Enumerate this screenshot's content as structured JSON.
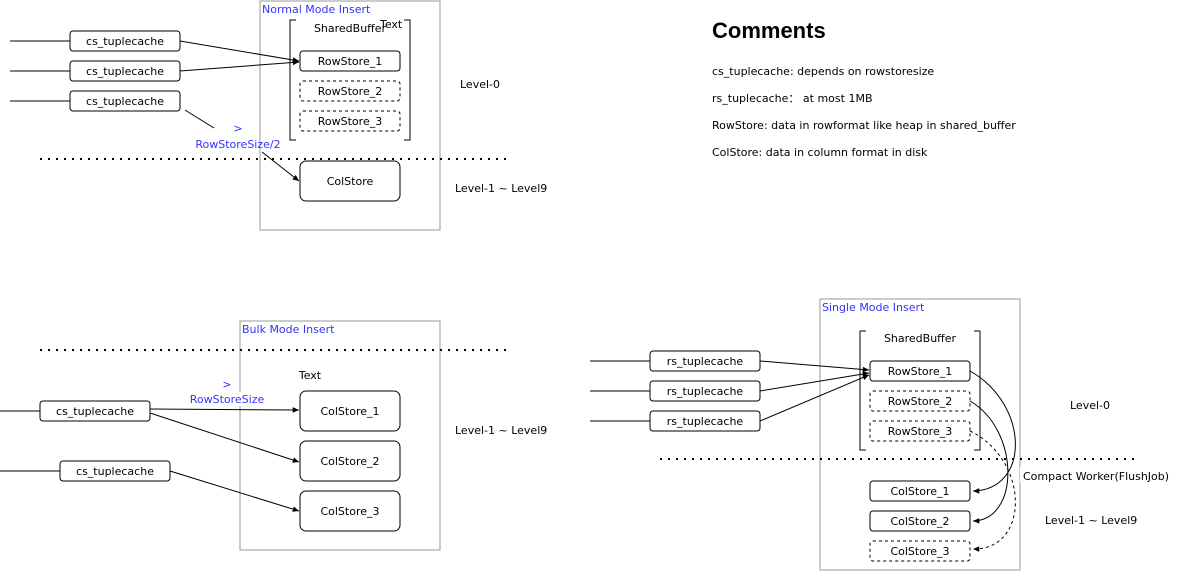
{
  "colors": {
    "accent": "#3333ff",
    "stroke": "#000000",
    "frame": "#999999"
  },
  "normal": {
    "title": "Normal Mode Insert",
    "shared_buffer": "SharedBuffer",
    "text_label": "Text",
    "caches": [
      "cs_tuplecache",
      "cs_tuplecache",
      "cs_tuplecache"
    ],
    "rowstores": [
      "RowStore_1",
      "RowStore_2",
      "RowStore_3"
    ],
    "colstore": "ColStore",
    "cond_gt": ">",
    "cond_size": "RowStoreSize/2",
    "level0": "Level-0",
    "level19": "Level-1 ~ Level9"
  },
  "comments": {
    "title": "Comments",
    "lines": [
      "cs_tuplecache: depends on rowstoresize",
      "rs_tuplecache： at most 1MB",
      "RowStore: data in rowformat like heap in shared_buffer",
      "ColStore: data in column format in disk"
    ]
  },
  "bulk": {
    "title": "Bulk Mode Insert",
    "text_label": "Text",
    "caches": [
      "cs_tuplecache",
      "cs_tuplecache"
    ],
    "colstores": [
      "ColStore_1",
      "ColStore_2",
      "ColStore_3"
    ],
    "cond_gt": ">",
    "cond_size": "RowStoreSize",
    "level19": "Level-1 ~ Level9"
  },
  "single": {
    "title": "Single Mode Insert",
    "shared_buffer": "SharedBuffer",
    "caches": [
      "rs_tuplecache",
      "rs_tuplecache",
      "rs_tuplecache"
    ],
    "rowstores": [
      "RowStore_1",
      "RowStore_2",
      "RowStore_3"
    ],
    "colstores": [
      "ColStore_1",
      "ColStore_2",
      "ColStore_3"
    ],
    "worker": "Compact Worker(FlushJob)",
    "level0": "Level-0",
    "level19": "Level-1 ~ Level9"
  }
}
